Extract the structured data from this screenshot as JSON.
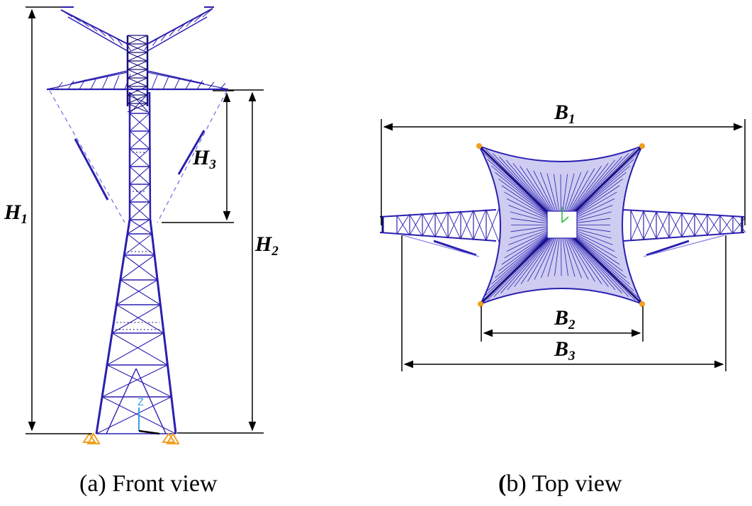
{
  "front_view": {
    "caption": "(a) Front view",
    "dimensions": {
      "h1": {
        "symbol": "H",
        "subscript": "1"
      },
      "h2": {
        "symbol": "H",
        "subscript": "2"
      },
      "h3": {
        "symbol": "H",
        "subscript": "3"
      }
    },
    "axis_label": "Z"
  },
  "top_view": {
    "caption_open": "(",
    "caption_rest": "b) Top view",
    "dimensions": {
      "b1": {
        "symbol": "B",
        "subscript": "1"
      },
      "b2": {
        "symbol": "B",
        "subscript": "2"
      },
      "b3": {
        "symbol": "B",
        "subscript": "3"
      }
    }
  },
  "colors": {
    "member": "#2a1fb0",
    "member_dark": "#16107a",
    "dimension_line": "#000000",
    "support": "#f0a020",
    "axis": "#3aa0e0",
    "dashed_cable": "#6f6ae0"
  }
}
